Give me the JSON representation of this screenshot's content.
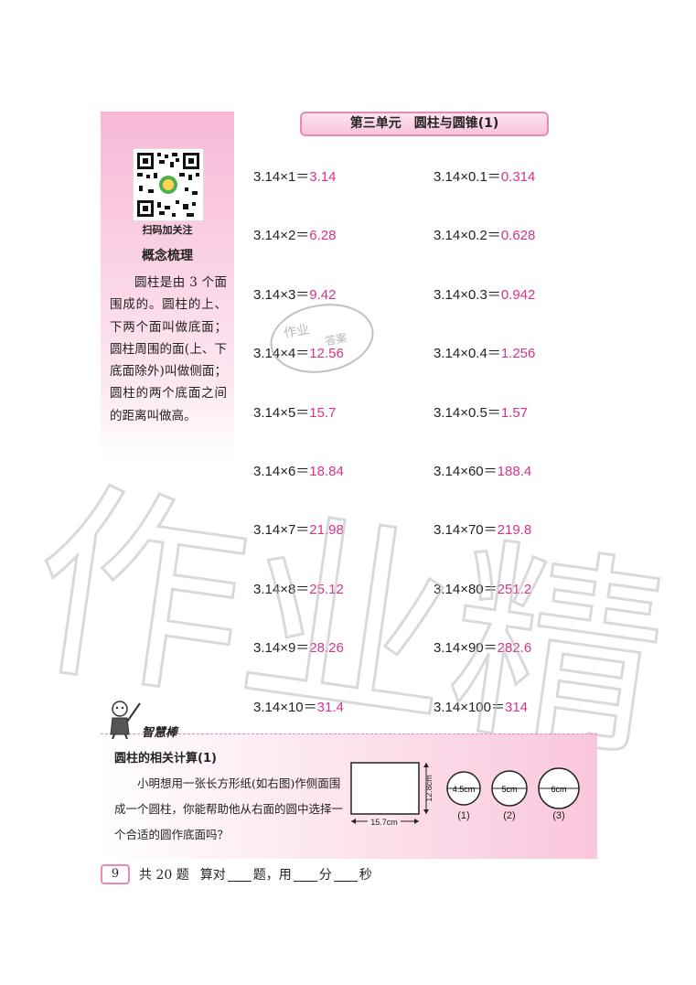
{
  "sidebar": {
    "qr_caption": "扫码加关注",
    "concept_title": "概念梳理",
    "concept_text": "圆柱是由 3 个面围成的。圆柱的上、下两个面叫做底面；圆柱周围的面(上、下底面除外)叫做侧面；圆柱的两个底面之间的距离叫做高。"
  },
  "unit_title": "第三单元　圆柱与圆锥(1)",
  "equations": {
    "left": [
      {
        "q": "3.14×1＝",
        "a": "3.14"
      },
      {
        "q": "3.14×2＝",
        "a": "6.28"
      },
      {
        "q": "3.14×3＝",
        "a": "9.42"
      },
      {
        "q": "3.14×4＝",
        "a": "12.56"
      },
      {
        "q": "3.14×5＝",
        "a": "15.7"
      },
      {
        "q": "3.14×6＝",
        "a": "18.84"
      },
      {
        "q": "3.14×7＝",
        "a": "21.98"
      },
      {
        "q": "3.14×8＝",
        "a": "25.12"
      },
      {
        "q": "3.14×9＝",
        "a": "28.26"
      },
      {
        "q": "3.14×10＝",
        "a": "31.4"
      }
    ],
    "right": [
      {
        "q": "3.14×0.1＝",
        "a": "0.314"
      },
      {
        "q": "3.14×0.2＝",
        "a": "0.628"
      },
      {
        "q": "3.14×0.3＝",
        "a": "0.942"
      },
      {
        "q": "3.14×0.4＝",
        "a": "1.256"
      },
      {
        "q": "3.14×0.5＝",
        "a": "1.57"
      },
      {
        "q": "3.14×60＝",
        "a": "188.4"
      },
      {
        "q": "3.14×70＝",
        "a": "219.8"
      },
      {
        "q": "3.14×80＝",
        "a": "251.2"
      },
      {
        "q": "3.14×90＝",
        "a": "282.6"
      },
      {
        "q": "3.14×100＝",
        "a": "314"
      }
    ]
  },
  "watermark": {
    "big_text": "作业精",
    "stamp_top": "作业",
    "stamp_bottom": "答案"
  },
  "brain": {
    "tag": "智慧棒",
    "problem_title": "圆柱的相关计算(1)",
    "problem_text": "小明想用一张长方形纸(如右图)作侧面围成一个圆柱，你能帮助他从右面的圆中选择一个合适的圆作底面吗？",
    "rect_width_label": "15.7cm",
    "rect_height_label": "12.8cm",
    "circles": [
      {
        "diameter": "4.5cm",
        "label": "(1)"
      },
      {
        "diameter": "5cm",
        "label": "(2)"
      },
      {
        "diameter": "6cm",
        "label": "(3)"
      }
    ]
  },
  "footer": {
    "page_number": "9",
    "total": "共 20 题",
    "correct": "算对",
    "unit_question": "题，用",
    "unit_minute": "分",
    "unit_second": "秒"
  },
  "colors": {
    "accent_pink": "#e88bb4",
    "answer_pink": "#d6338a"
  }
}
